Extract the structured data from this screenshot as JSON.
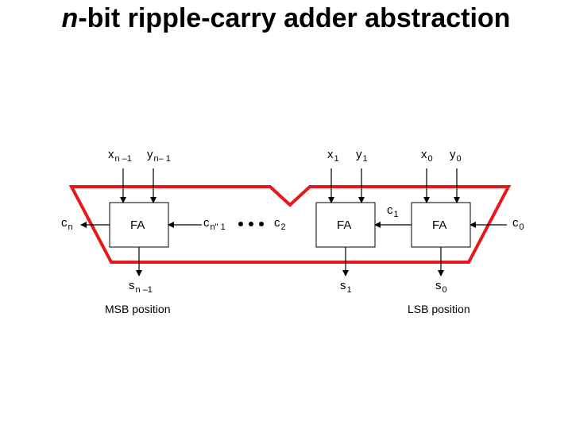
{
  "title": {
    "italic": "n",
    "rest": "-bit ripple-carry adder abstraction"
  },
  "colors": {
    "outline": "#e8171b",
    "wire": "#000000"
  },
  "blocks": {
    "fa_label": "FA"
  },
  "inputs": {
    "msb_x": {
      "main": "x",
      "sub": "n –1"
    },
    "msb_y": {
      "main": "y",
      "sub": "n– 1"
    },
    "x1": {
      "main": "x",
      "sub": "1"
    },
    "y1": {
      "main": "y",
      "sub": "1"
    },
    "x0": {
      "main": "x",
      "sub": "0"
    },
    "y0": {
      "main": "y",
      "sub": "0"
    }
  },
  "carries": {
    "cn": {
      "main": "c",
      "sub": "n"
    },
    "cn1": {
      "main": "c",
      "sub": "n\" 1"
    },
    "c2": {
      "main": "c",
      "sub": "2"
    },
    "c1": {
      "main": "c",
      "sub": "1"
    },
    "c0": {
      "main": "c",
      "sub": "0"
    }
  },
  "outputs": {
    "sn1": {
      "main": "s",
      "sub": "n –1"
    },
    "s1": {
      "main": "s",
      "sub": "1"
    },
    "s0": {
      "main": "s",
      "sub": "0"
    }
  },
  "positions": {
    "msb": "MSB position",
    "lsb": "LSB position"
  }
}
